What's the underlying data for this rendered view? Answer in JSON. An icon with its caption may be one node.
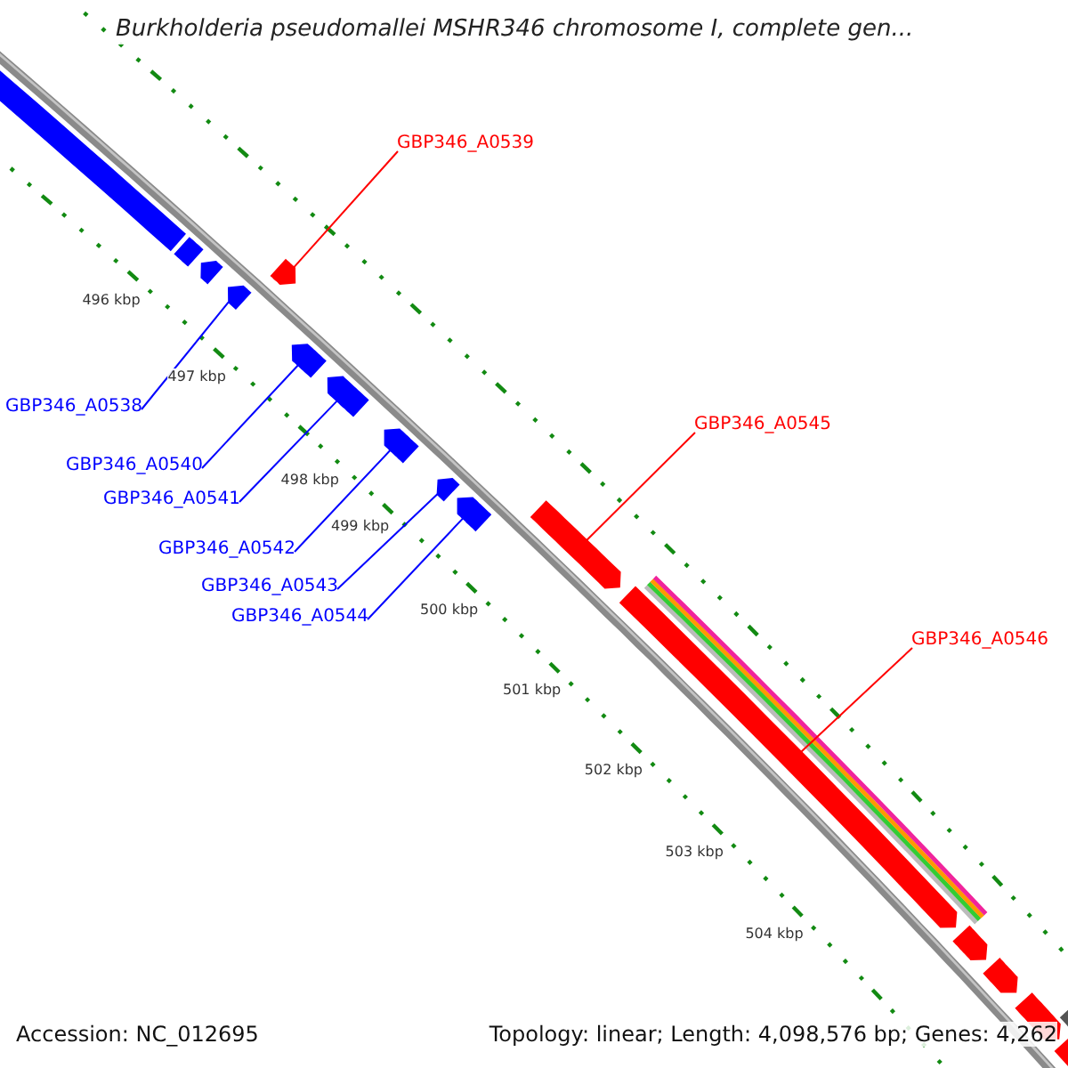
{
  "diagram": {
    "title": "Burkholderia pseudomallei MSHR346 chromosome I, complete gen...",
    "nodes": [
      {
        "text": [
          "GBP346_A0539"
        ]
      },
      {
        "text": [
          "GBP346_A0538"
        ]
      },
      {
        "text": [
          "GBP346_A0545"
        ]
      },
      {
        "text": [
          "GBP346_A0540"
        ]
      },
      {
        "text": [
          "GBP346_A0541"
        ]
      },
      {
        "text": [
          "GBP346_A0542"
        ]
      },
      {
        "text": [
          "GBP346_A0543"
        ]
      },
      {
        "text": [
          "GBP346_A0544"
        ]
      },
      {
        "text": [
          "GBP346_A0546"
        ]
      },
      {
        "text": [],
        "shape": "bar"
      },
      {
        "text": [],
        "shape": "bar"
      },
      {
        "text": [],
        "shape": "bar"
      },
      {
        "text": [],
        "shape": "bar"
      },
      {
        "text": [],
        "shape": "bar"
      },
      {
        "text": [],
        "shape": "bar"
      },
      {
        "text": [],
        "shape": "bar"
      },
      {
        "text": [],
        "shape": "bar"
      },
      {
        "text": [],
        "shape": "bar"
      },
      {
        "text": [],
        "shape": "bar"
      },
      {
        "text": [],
        "shape": "bar"
      },
      {
        "text": [],
        "shape": "bar"
      },
      {
        "text": [],
        "shape": "bar"
      },
      {
        "text": [],
        "shape": "bar"
      },
      {
        "text": [],
        "shape": "bar"
      },
      {
        "text": [],
        "shape": "bar"
      },
      {
        "text": [],
        "shape": "bar"
      },
      {
        "text": [],
        "shape": "bar"
      }
    ],
    "edges": [
      {
        "from": 0,
        "to": 13,
        "arrow": "none",
        "color": "#ff0000"
      },
      {
        "from": 1,
        "to": 12,
        "arrow": "none"
      },
      {
        "from": 2,
        "to": 19,
        "arrow": "none",
        "color": "#ff0000"
      },
      {
        "from": 3,
        "to": 14,
        "arrow": "none"
      },
      {
        "from": 4,
        "to": 15,
        "arrow": "none"
      },
      {
        "from": 5,
        "to": 16,
        "arrow": "none"
      },
      {
        "from": 6,
        "to": 17,
        "arrow": "none"
      },
      {
        "from": 7,
        "to": 18,
        "arrow": "none"
      },
      {
        "from": 8,
        "to": 20,
        "arrow": "none",
        "color": "#ff0000"
      }
    ],
    "labels": [
      "496 kbp",
      "497 kbp",
      "498 kbp",
      "499 kbp",
      "500 kbp",
      "501 kbp",
      "502 kbp",
      "503 kbp",
      "504 kbp",
      "Accession: NC_012695",
      "Topology: linear; Length: 4,098,576 bp; Genes: 4,262"
    ]
  }
}
